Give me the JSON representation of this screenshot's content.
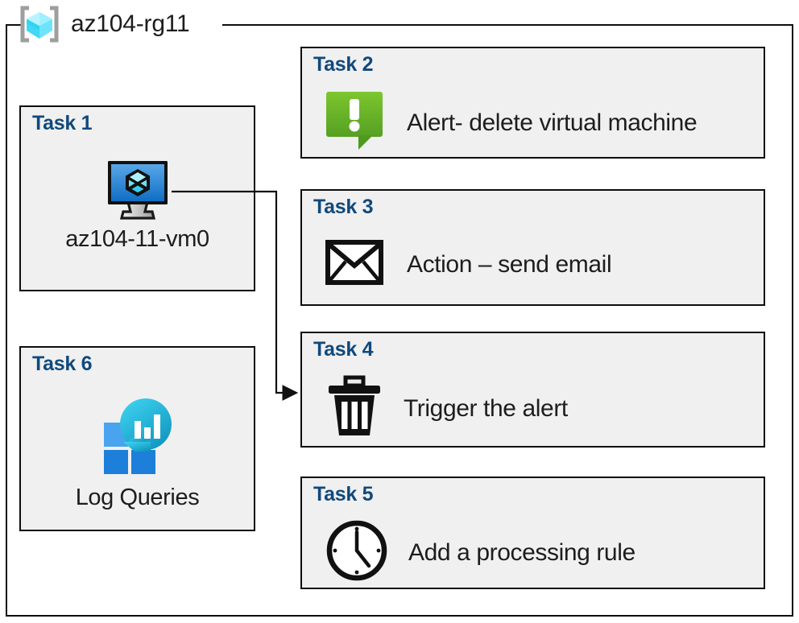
{
  "resource_group": {
    "name": "az104-rg11",
    "icon": "azure-resource-group-icon",
    "accent": "#42d7f5",
    "border_color": "#0d0d0d"
  },
  "theme": {
    "card_background": "#f0f0f0",
    "card_border": "#0d0d0d",
    "task_title_color": "#10497c",
    "body_text_color": "#1d1d1d",
    "alert_green": "#6cb52d",
    "vm_blue": "#1b78d4",
    "log_cyan": "#22c8e8"
  },
  "cards": [
    {
      "id": "task1",
      "title": "Task 1",
      "label": "az104-11-vm0",
      "icon": "virtual-machine-icon",
      "layout": "vertical"
    },
    {
      "id": "task2",
      "title": "Task 2",
      "label": "Alert- delete virtual machine",
      "icon": "alert-exclamation-icon",
      "layout": "horizontal"
    },
    {
      "id": "task3",
      "title": "Task 3",
      "label": "Action – send email",
      "icon": "envelope-icon",
      "layout": "horizontal"
    },
    {
      "id": "task4",
      "title": "Task 4",
      "label": "Trigger the alert",
      "icon": "trash-can-icon",
      "layout": "horizontal"
    },
    {
      "id": "task5",
      "title": "Task 5",
      "label": "Add a processing rule",
      "icon": "clock-icon",
      "layout": "horizontal"
    },
    {
      "id": "task6",
      "title": "Task 6",
      "label": "Log Queries",
      "icon": "log-analytics-icon",
      "layout": "vertical"
    }
  ],
  "connectors": [
    {
      "id": "vm-to-task4",
      "from": "task1.virtual-machine-icon",
      "to": "task4",
      "style": "orthogonal-arrow"
    }
  ]
}
